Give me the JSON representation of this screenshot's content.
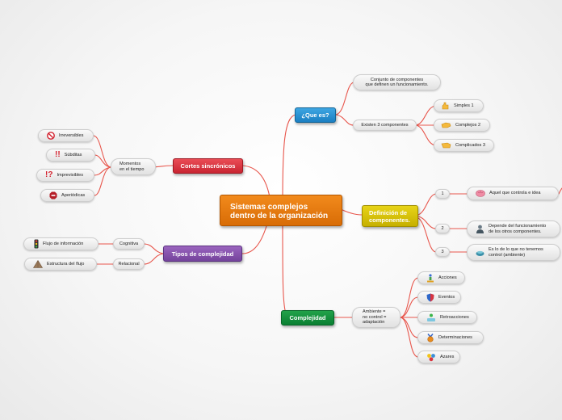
{
  "central": {
    "line1": "Sistemas complejos",
    "line2": "dentro de la organización"
  },
  "que_es": {
    "label": "¿Que es?",
    "def_line1": "Conjunto de componentes",
    "def_line2": "que definen un funcionamiento.",
    "existen": "Existen 3 componentes",
    "items": [
      "Simples 1",
      "Complejos 2",
      "Complicados 3"
    ]
  },
  "cortes": {
    "label": "Cortes sincrónicos",
    "momentos_line1": "Momentos",
    "momentos_line2": "en el tiempo",
    "items": [
      "Irreversibles",
      "Súbditas",
      "Imprevisibles",
      "Aperiódicas"
    ]
  },
  "tipos": {
    "label": "Tipos de complejidad",
    "cognitiva": "Cognitiva",
    "cognitiva_leaf": "Flujo de información",
    "relacional": "Relacional",
    "relacional_leaf": "Estructura del flujo"
  },
  "definicion": {
    "line1": "Definición de",
    "line2": "componentes.",
    "numbers": [
      "1",
      "2",
      "3"
    ],
    "leaf1": "Aquel que controla e idea",
    "leaf2_line1": "Depende del funcionamiento",
    "leaf2_line2": "de los otros componentes.",
    "leaf3_line1": "Es lo de lo que no tenemos",
    "leaf3_line2": "control (ambiente)"
  },
  "complejidad": {
    "label": "Complejidad",
    "ambiente_line1": "Ambiente =",
    "ambiente_line2": "no control =",
    "ambiente_line3": "adaptación",
    "items": [
      "Acciones",
      "Eventos",
      "Retroacciones",
      "Determinaciones",
      "Azares"
    ]
  },
  "colors": {
    "central": "#e57a10",
    "que_es": "#2a90d0",
    "cortes": "#d9343f",
    "definicion": "#d6c200",
    "tipos": "#8652ad",
    "complejidad": "#139240",
    "link": "#e8564c"
  },
  "icons": {
    "simples": "hand-icon",
    "complejos": "hand-icon",
    "complicados": "hand-icon",
    "irreversibles": "no-entry-icon",
    "subditas": "double-exclamation-icon",
    "imprevisibles": "exclamation-question-icon",
    "aperiodicas": "stop-sign-icon",
    "flujo": "traffic-light-icon",
    "estructura": "pyramid-icon",
    "leaf1": "brain-icon",
    "leaf2": "person-icon",
    "leaf3": "globe-icon",
    "acciones": "figure-icon",
    "eventos": "shield-icon",
    "retroacciones": "network-icon",
    "determinaciones": "medal-icon",
    "azares": "molecule-icon"
  }
}
